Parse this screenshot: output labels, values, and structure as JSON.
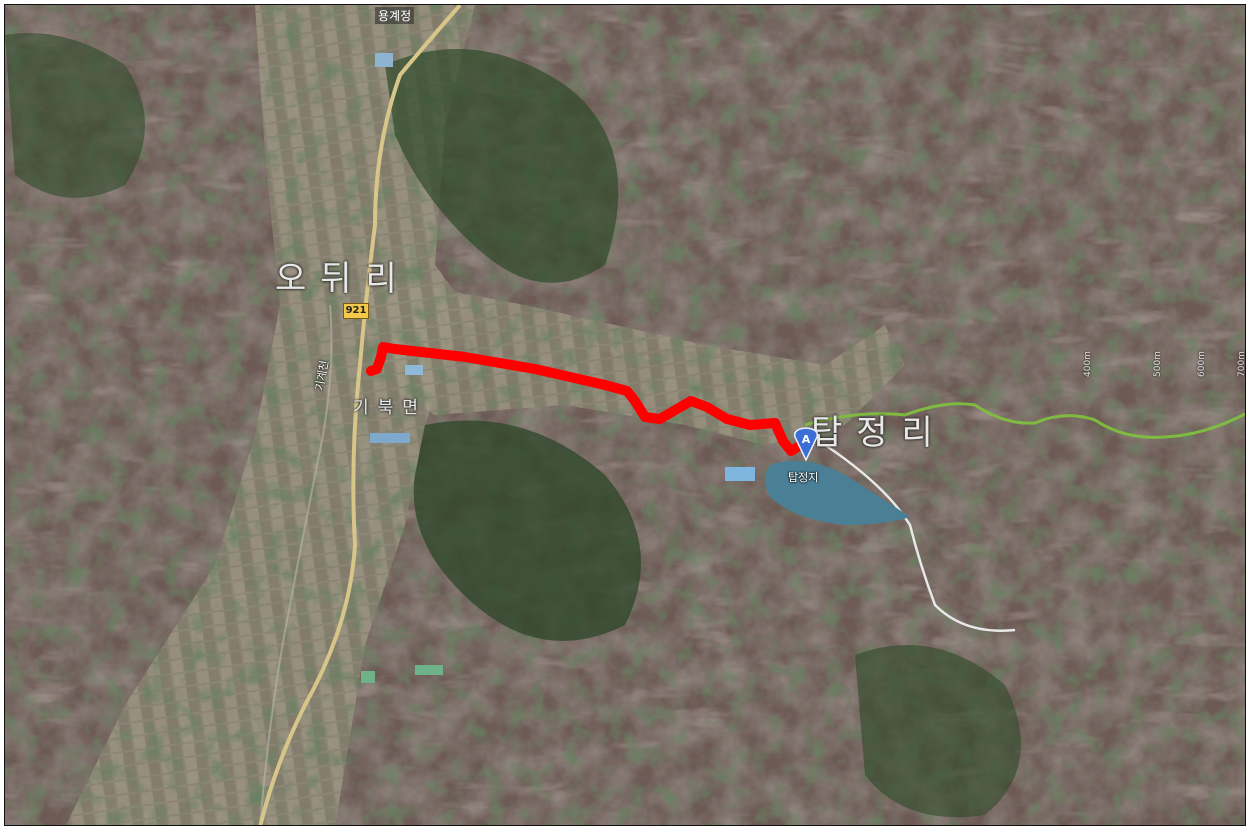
{
  "map": {
    "labels": {
      "top_village": "용계정",
      "village_west": "오뒤리",
      "village_east": "탑정리",
      "district": "기북면",
      "stream": "기계천",
      "reservoir": "탑정지",
      "marker_letter": "A"
    },
    "route_badge": "921",
    "contours": [
      "400m",
      "500m",
      "600m",
      "700m"
    ],
    "colors": {
      "highlight_route": "#ff0000",
      "trail": "#7fbf3f",
      "road": "#d8c58a",
      "water": "#4a7f95",
      "marker": "#3b6fd6"
    }
  }
}
